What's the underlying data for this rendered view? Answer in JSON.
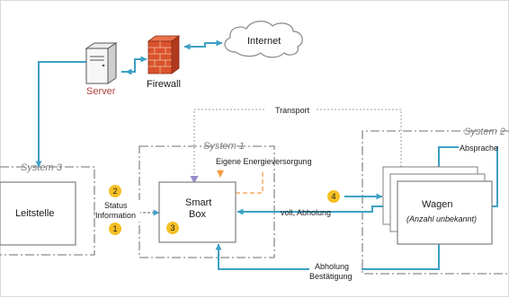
{
  "nodes": {
    "internet": "Internet",
    "server": "Server",
    "firewall": "Firewall",
    "leitstelle": "Leitstelle",
    "smartbox_line1": "Smart",
    "smartbox_line2": "Box",
    "wagen": "Wagen",
    "wagen_note": "(Anzahl unbekannt)"
  },
  "systems": {
    "system1": "System 1",
    "system2": "System 2",
    "system3": "System 3"
  },
  "labels": {
    "transport": "Transport",
    "energy": "Eigene Energieversorgung",
    "status_line1": "Status",
    "status_line2": "Information",
    "voll_abholung": "voll, Abholung",
    "absprache": "Absprache",
    "abholung_line1": "Abholung",
    "abholung_line2": "Bestätigung"
  },
  "badges": [
    "1",
    "2",
    "3",
    "4"
  ],
  "colors": {
    "flow": "#3ea0c4",
    "badge": "#f5bf24",
    "server_text": "#b0413e",
    "transport_arrow": "#9a8cc8",
    "energy": "#f39a45",
    "system_border": "#8c8c8c",
    "box_border": "#7f7f7f"
  }
}
